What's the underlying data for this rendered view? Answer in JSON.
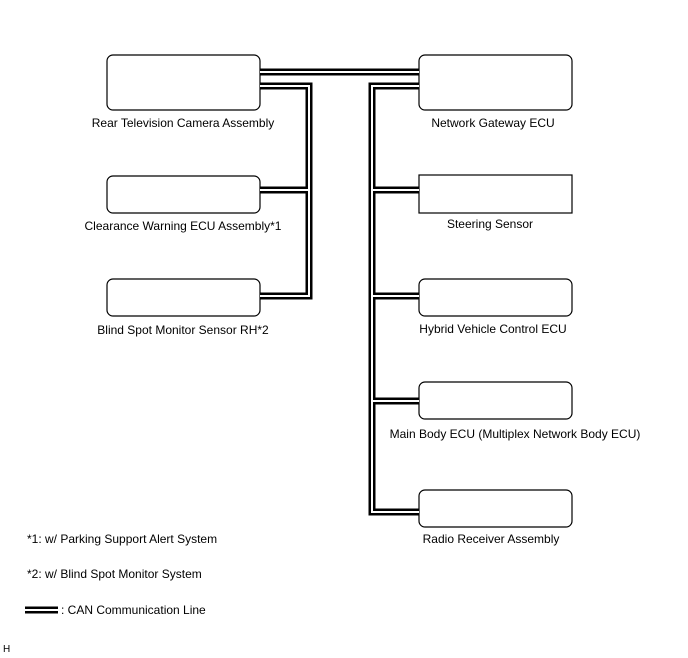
{
  "ecus": {
    "rear_camera": "Rear Television Camera Assembly",
    "clearance_warning": "Clearance Warning ECU Assembly*1",
    "blind_spot": "Blind Spot Monitor Sensor RH*2",
    "gateway": "Network Gateway ECU",
    "steering": "Steering Sensor",
    "hybrid": "Hybrid Vehicle Control ECU",
    "main_body": "Main Body ECU (Multiplex Network Body ECU)",
    "radio": "Radio Receiver Assembly"
  },
  "notes": {
    "note1": "*1: w/ Parking Support Alert System",
    "note2": "*2: w/ Blind Spot Monitor System"
  },
  "legend": {
    "can_line": ": CAN Communication Line"
  },
  "corner_mark": "H"
}
